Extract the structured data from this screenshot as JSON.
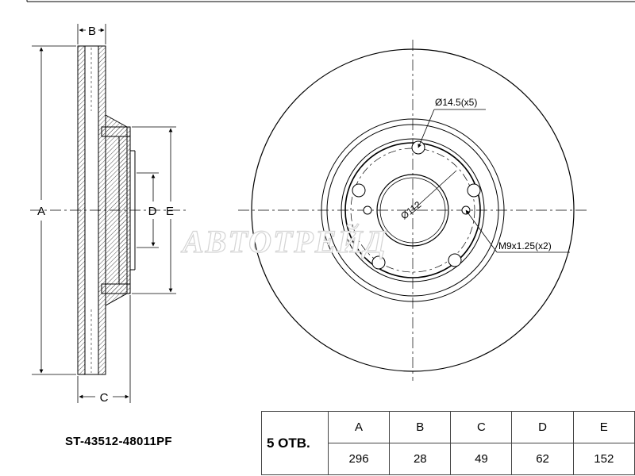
{
  "watermark": "ABTOTPEЙД",
  "side_view": {
    "dim_labels": {
      "A": "A",
      "B": "B",
      "C": "C",
      "D": "D",
      "E": "E"
    }
  },
  "front_view": {
    "bolt_hole_callout": "Ø14.5(x5)",
    "pcd_callout": "Ø112",
    "thread_callout": "M9x1.25(x2)"
  },
  "part_number": "ST-43512-48011PF",
  "spec_table": {
    "holes_label": "5 ОТВ.",
    "headers": [
      "A",
      "B",
      "C",
      "D",
      "E"
    ],
    "values": [
      "296",
      "28",
      "49",
      "62",
      "152"
    ]
  }
}
